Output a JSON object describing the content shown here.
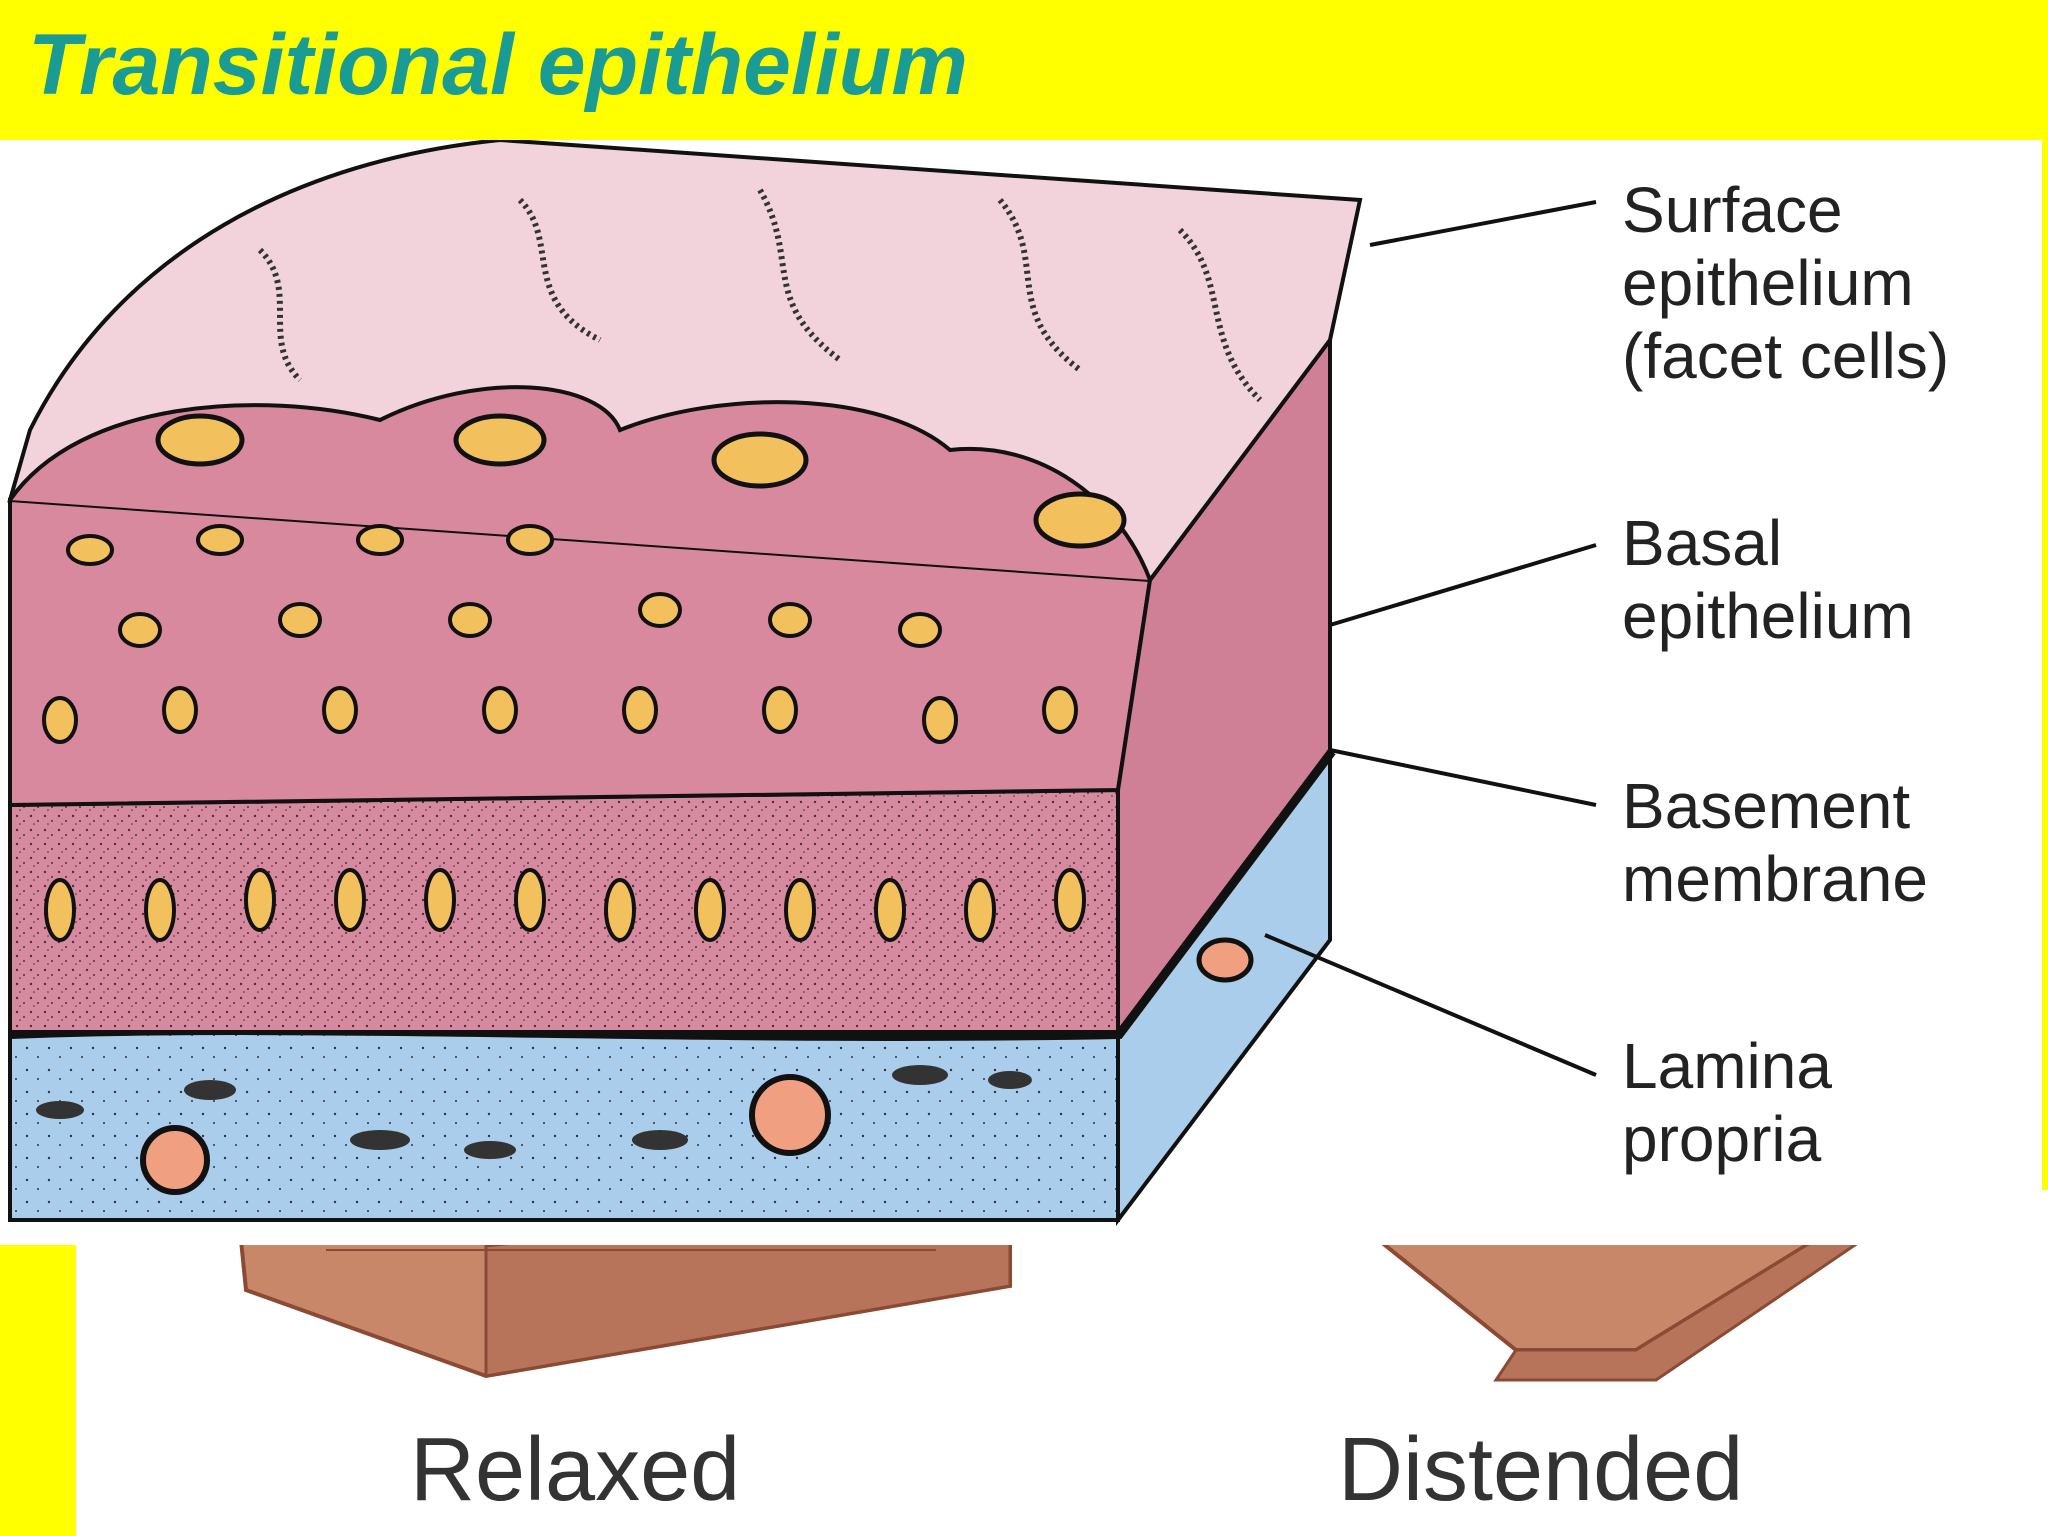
{
  "title": "Transitional epithelium",
  "labels": {
    "surface": [
      "Surface",
      "epithelium",
      "(facet cells)"
    ],
    "basal": [
      "Basal",
      "epithelium"
    ],
    "basement": [
      "Basement",
      "membrane"
    ],
    "lamina": [
      "Lamina",
      "propria"
    ]
  },
  "states": {
    "relaxed": "Relaxed",
    "distended": "Distended"
  },
  "colors": {
    "slide_background": "#ffff00",
    "title": "#1a9c94",
    "cell_pink": "#d9899e",
    "surface_pink": "#f2d3dc",
    "nucleus": "#f2c05c",
    "lamina_blue": "#a9cdea",
    "lower_brown": "#c9876a"
  }
}
